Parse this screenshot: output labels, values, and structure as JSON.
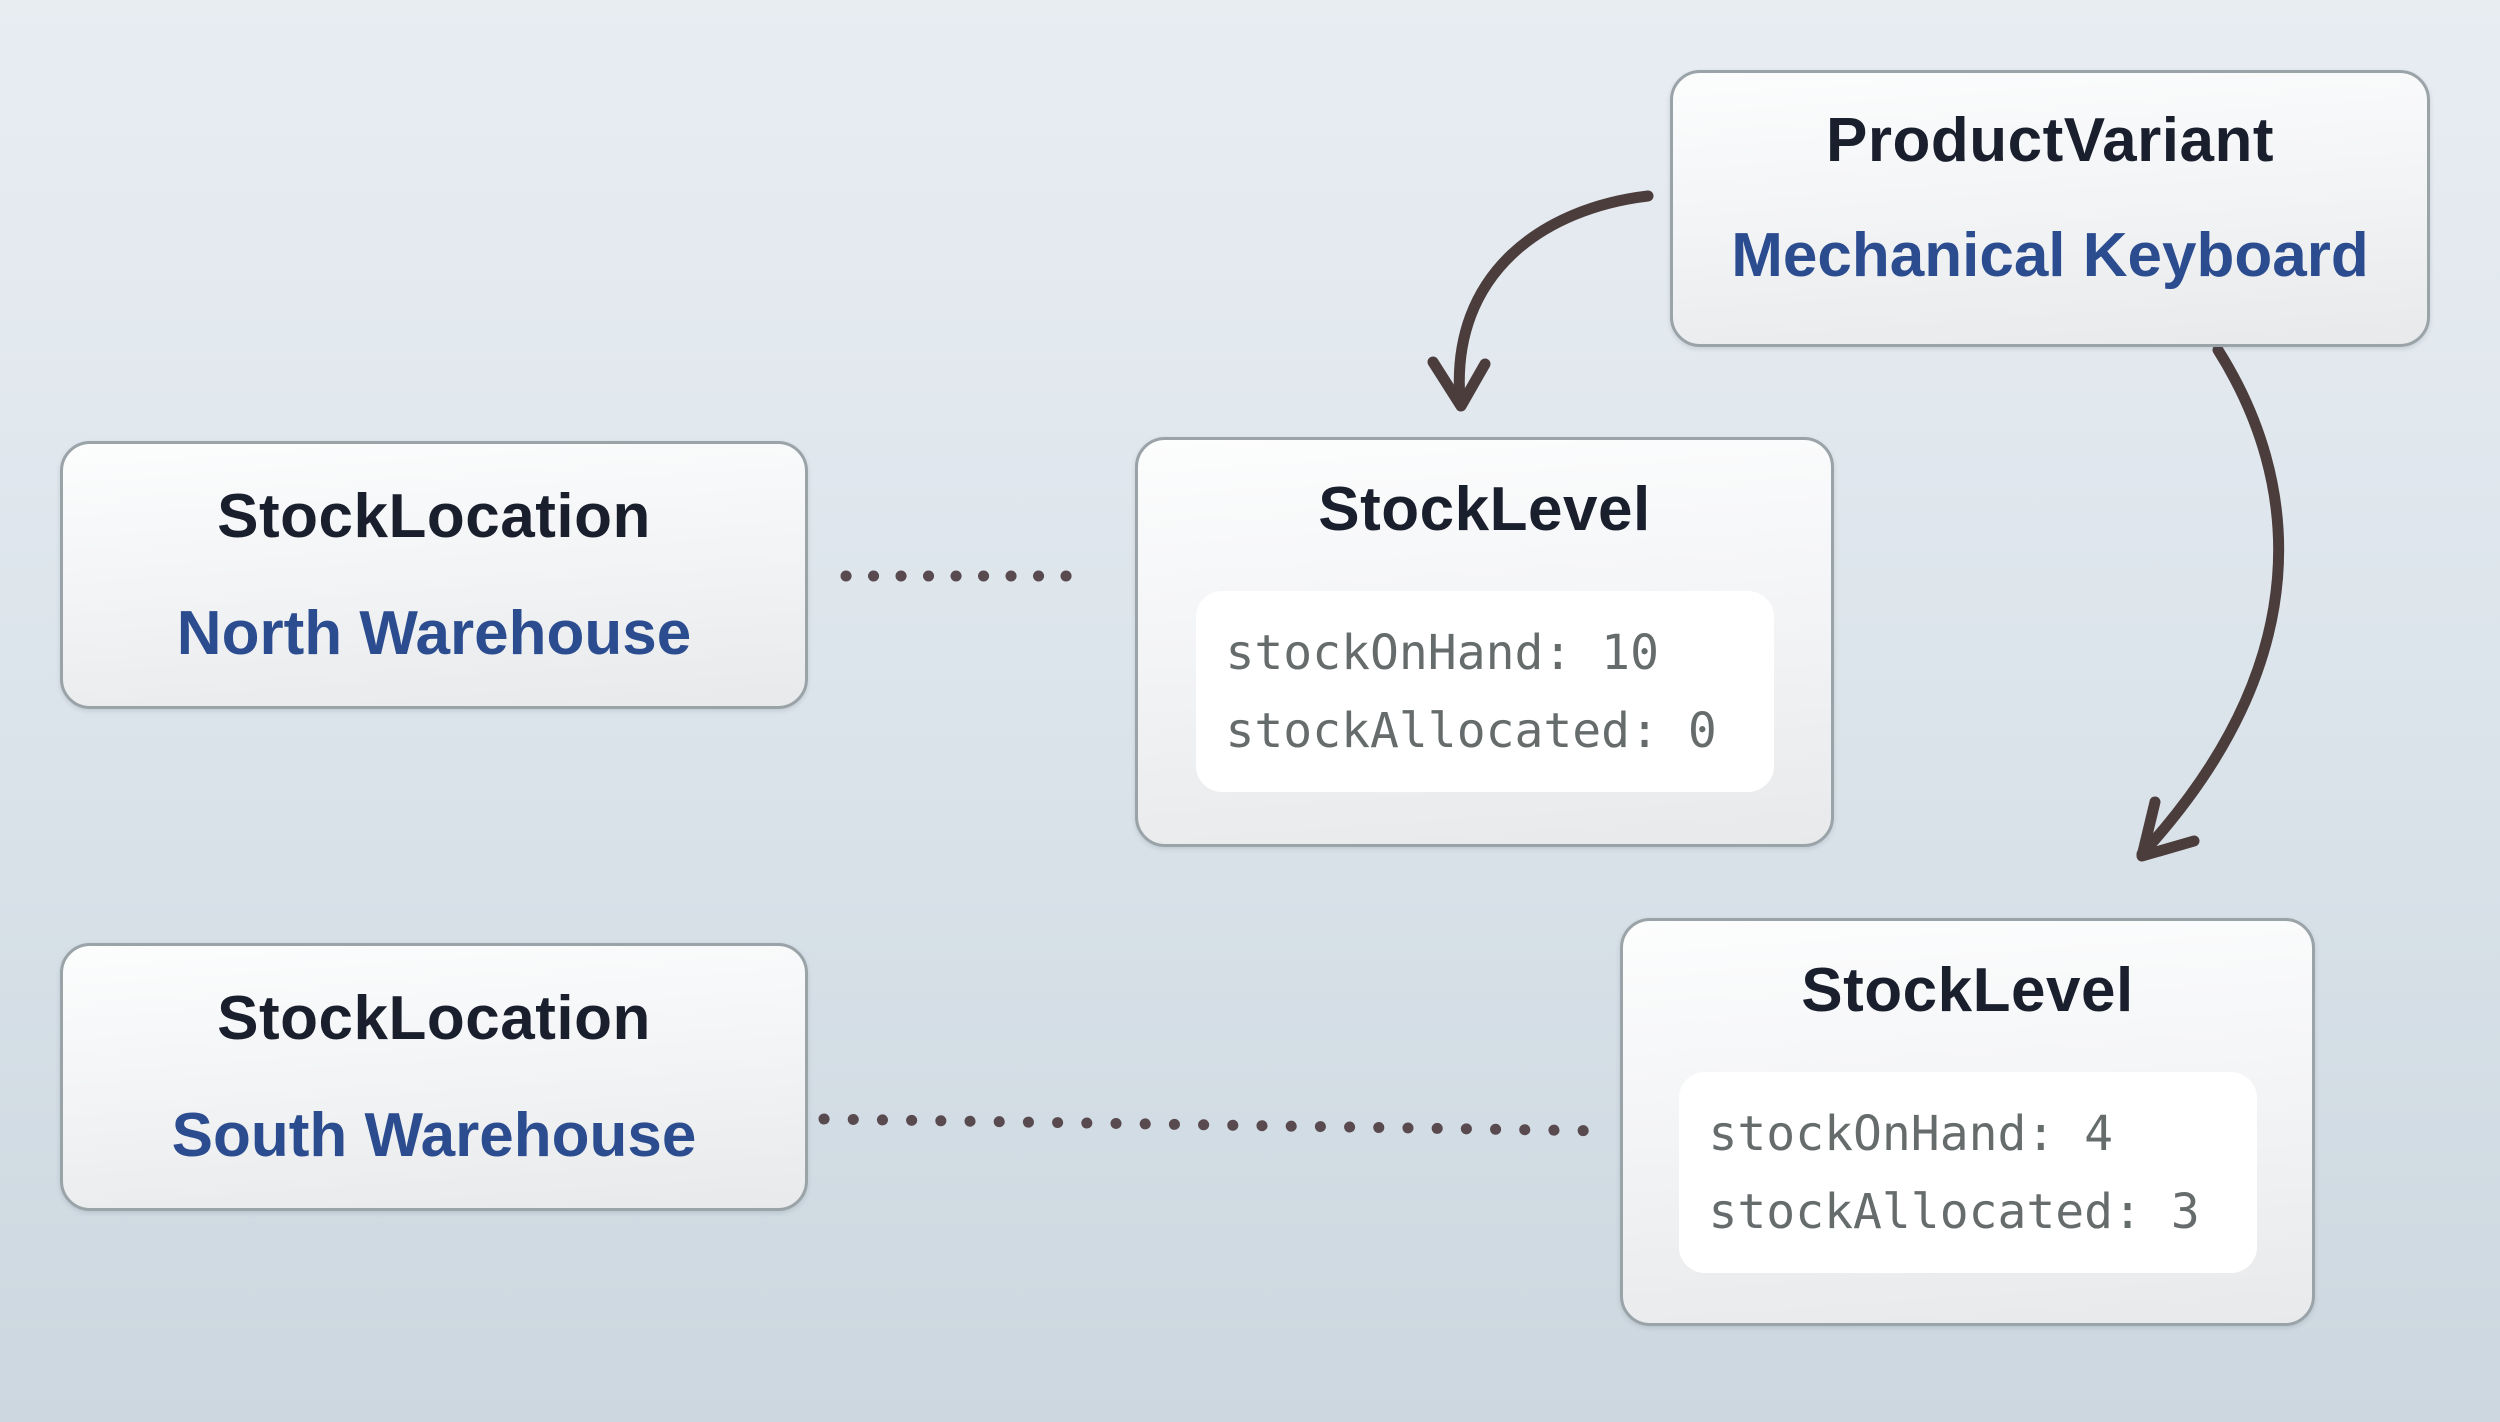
{
  "background": {
    "gradient_top": "#e8edf2",
    "gradient_bottom": "#ccd7df"
  },
  "colors": {
    "entity_title": "#1a1f2e",
    "entity_name_accent": "#2b4c8f",
    "card_border": "#9aa3a8",
    "card_fill_top": "#fcfdfd",
    "card_fill_bottom": "#e7e9eb",
    "field_panel_fill": "#ffffff",
    "field_text": "#666c6c",
    "arrow": "#4c3d3d",
    "dotted_line": "#584a4e"
  },
  "entities": {
    "product_variant": {
      "type_label": "ProductVariant",
      "name": "Mechanical Keyboard"
    },
    "stock_location_north": {
      "type_label": "StockLocation",
      "name": "North Warehouse"
    },
    "stock_location_south": {
      "type_label": "StockLocation",
      "name": "South Warehouse"
    },
    "stock_level_north": {
      "type_label": "StockLevel",
      "fields": [
        "stockOnHand: 10",
        "stockAllocated: 0"
      ]
    },
    "stock_level_south": {
      "type_label": "StockLevel",
      "fields": [
        "stockOnHand: 4",
        "stockAllocated: 3"
      ]
    }
  },
  "relations": [
    {
      "from": "ProductVariant",
      "to": "StockLevel (north)",
      "style": "curved-arrow"
    },
    {
      "from": "ProductVariant",
      "to": "StockLevel (south)",
      "style": "curved-arrow"
    },
    {
      "from": "StockLocation (north)",
      "to": "StockLevel (north)",
      "style": "dotted-line"
    },
    {
      "from": "StockLocation (south)",
      "to": "StockLevel (south)",
      "style": "dotted-line"
    }
  ]
}
